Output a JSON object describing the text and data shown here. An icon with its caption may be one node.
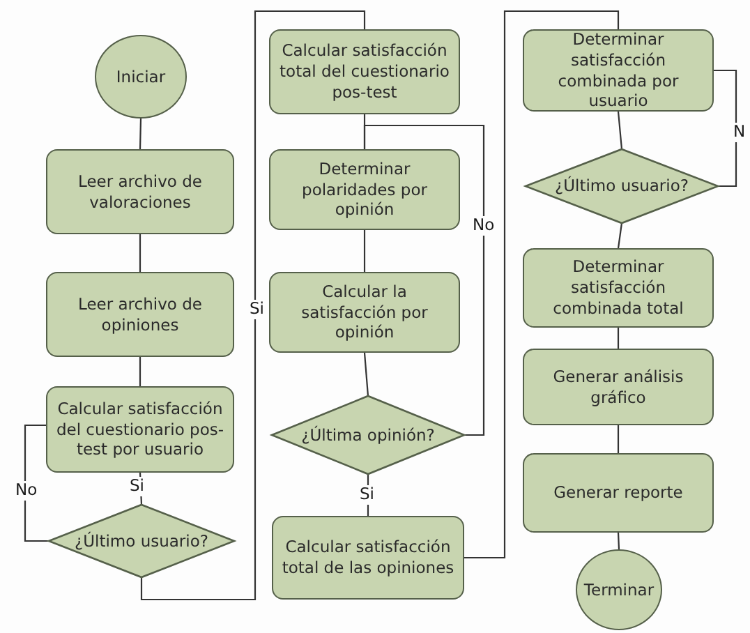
{
  "diagram": {
    "nodes": [
      {
        "text": [
          "Iniciar"
        ]
      },
      {
        "text": [
          "Leer archivo de valoraciones"
        ]
      },
      {
        "text": [
          "Leer archivo de opiniones"
        ]
      },
      {
        "text": [
          "Calcular satisfacción del cuestionario pos-test por usuario"
        ]
      },
      {
        "text": [
          "¿Último usuario?"
        ]
      },
      {
        "text": [
          "Calcular satisfacción total del cuestionario pos-test"
        ]
      },
      {
        "text": [
          "Determinar polaridades por opinión"
        ]
      },
      {
        "text": [
          "Calcular la satisfacción por opinión"
        ]
      },
      {
        "text": [
          "¿Última opinión?"
        ]
      },
      {
        "text": [
          "Calcular satisfacción total de las opiniones"
        ]
      },
      {
        "text": [
          "Determinar satisfacción combinada por usuario"
        ]
      },
      {
        "text": [
          "¿Último usuario?"
        ]
      },
      {
        "text": [
          "Determinar satisfacción combinada total"
        ]
      },
      {
        "text": [
          "Generar análisis gráfico"
        ]
      },
      {
        "text": [
          "Generar reporte"
        ]
      },
      {
        "text": [
          "Terminar"
        ]
      }
    ],
    "edges": [
      {
        "from": 0,
        "to": 1,
        "arrow": "none"
      },
      {
        "from": 1,
        "to": 2,
        "arrow": "none"
      },
      {
        "from": 2,
        "to": 3,
        "arrow": "none"
      },
      {
        "from": 3,
        "to": 4,
        "arrow": "none",
        "label": "Si"
      },
      {
        "from": 4,
        "to": 3,
        "arrow": "none",
        "label": "No"
      },
      {
        "from": 4,
        "to": 5,
        "arrow": "none",
        "label": "Si"
      },
      {
        "from": 5,
        "to": 6,
        "arrow": "none"
      },
      {
        "from": 6,
        "to": 7,
        "arrow": "none"
      },
      {
        "from": 7,
        "to": 8,
        "arrow": "none"
      },
      {
        "from": 8,
        "to": 6,
        "arrow": "none",
        "label": "No"
      },
      {
        "from": 8,
        "to": 9,
        "arrow": "none",
        "label": "Si"
      },
      {
        "from": 9,
        "to": 10,
        "arrow": "none"
      },
      {
        "from": 10,
        "to": 11,
        "arrow": "none"
      },
      {
        "from": 11,
        "to": 10,
        "arrow": "none",
        "label": "N"
      },
      {
        "from": 11,
        "to": 12,
        "arrow": "none"
      },
      {
        "from": 12,
        "to": 13,
        "arrow": "none"
      },
      {
        "from": 13,
        "to": 14,
        "arrow": "none"
      },
      {
        "from": 14,
        "to": 15,
        "arrow": "none"
      }
    ]
  }
}
